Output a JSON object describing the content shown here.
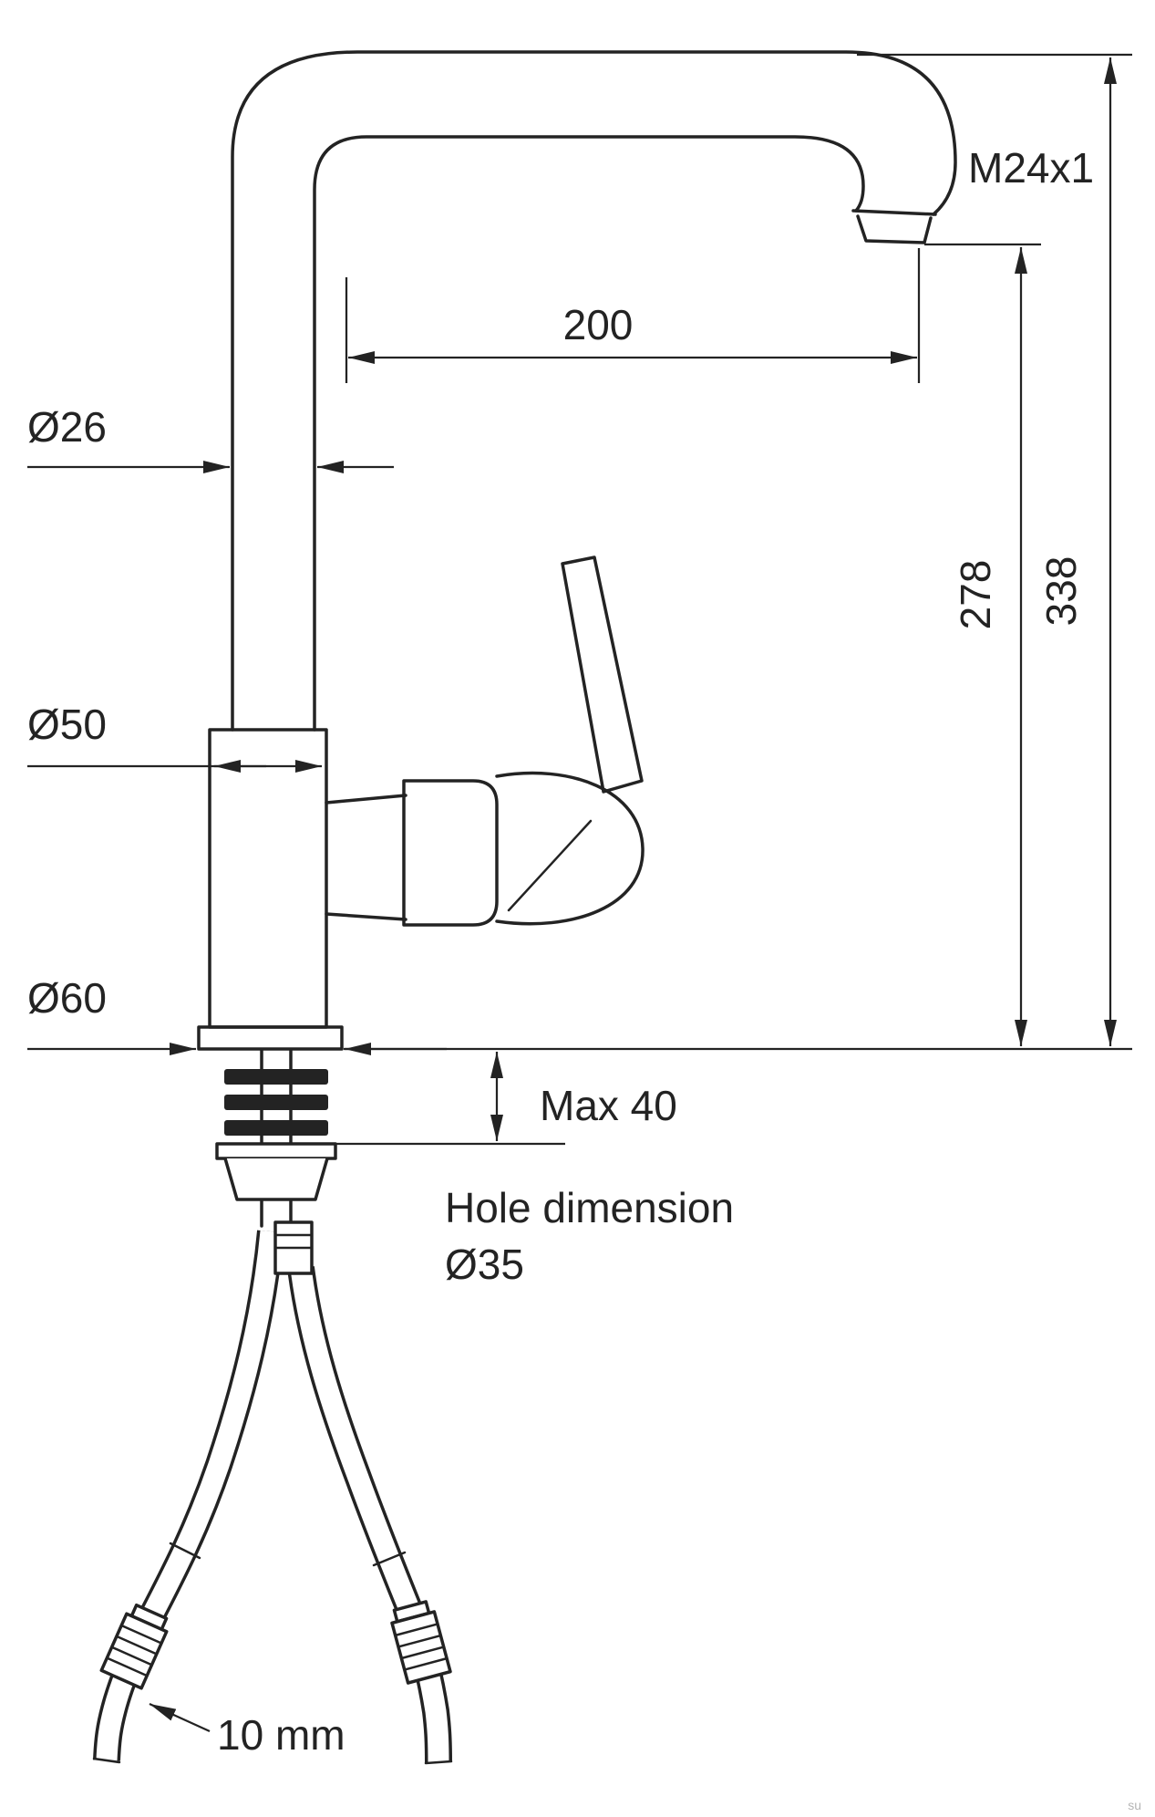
{
  "diagram": {
    "type": "technical-dimension-drawing",
    "subject": "kitchen-mixer-tap",
    "labels": {
      "thread": "M24x1",
      "reach": "200",
      "pipe_diameter": "Ø26",
      "body_diameter": "Ø50",
      "base_diameter": "Ø60",
      "spout_height": "278",
      "total_height": "338",
      "max_deck_thickness": "Max 40",
      "hole_dimension_line1": "Hole dimension",
      "hole_dimension_line2": "Ø35",
      "hose_diameter": "10 mm"
    },
    "watermark": "su",
    "colors": {
      "line": "#232323",
      "background": "#ffffff",
      "watermark": "#b5b5b5"
    }
  }
}
